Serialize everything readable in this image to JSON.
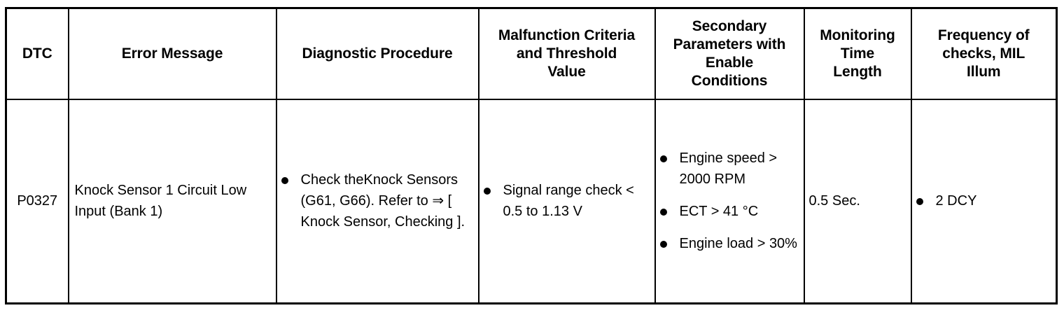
{
  "table": {
    "columns": [
      {
        "key": "dtc",
        "header": "DTC"
      },
      {
        "key": "error",
        "header": "Error Message"
      },
      {
        "key": "proc",
        "header": "Diagnostic Procedure"
      },
      {
        "key": "malf",
        "header_lines": [
          "Malfunction Criteria",
          "and Threshold",
          "Value"
        ]
      },
      {
        "key": "sec",
        "header_lines": [
          "Secondary",
          "Parameters with",
          "Enable",
          "Conditions"
        ]
      },
      {
        "key": "mon",
        "header_lines": [
          "Monitoring",
          "Time",
          "Length"
        ]
      },
      {
        "key": "freq",
        "header_lines": [
          "Frequency of",
          "checks, MIL",
          "Illum"
        ]
      }
    ],
    "headers": {
      "dtc": "DTC",
      "error": "Error Message",
      "proc": "Diagnostic Procedure",
      "malf_l1": "Malfunction Criteria",
      "malf_l2": "and Threshold",
      "malf_l3": "Value",
      "sec_l1": "Secondary",
      "sec_l2": "Parameters with",
      "sec_l3": "Enable",
      "sec_l4": "Conditions",
      "mon_l1": "Monitoring",
      "mon_l2": "Time",
      "mon_l3": "Length",
      "freq_l1": "Frequency of",
      "freq_l2": "checks, MIL",
      "freq_l3": "Illum"
    },
    "rows": [
      {
        "dtc": "P0327",
        "error": "Knock Sensor 1 Circuit Low Input (Bank 1)",
        "procedure_bullets": [
          "Check theKnock Sensors (G61, G66). Refer to ⇒ [ Knock Sensor, Checking ]."
        ],
        "malfunction_bullets": [
          "Signal range check < 0.5 to 1.13 V"
        ],
        "secondary_bullets": [
          "Engine speed > 2000 RPM",
          "ECT > 41 °C",
          "Engine load > 30%"
        ],
        "monitoring_time": "0.5 Sec.",
        "frequency_bullets": [
          "2 DCY"
        ]
      }
    ]
  },
  "style": {
    "border_color": "#000000",
    "text_color": "#000000",
    "background": "#ffffff"
  }
}
